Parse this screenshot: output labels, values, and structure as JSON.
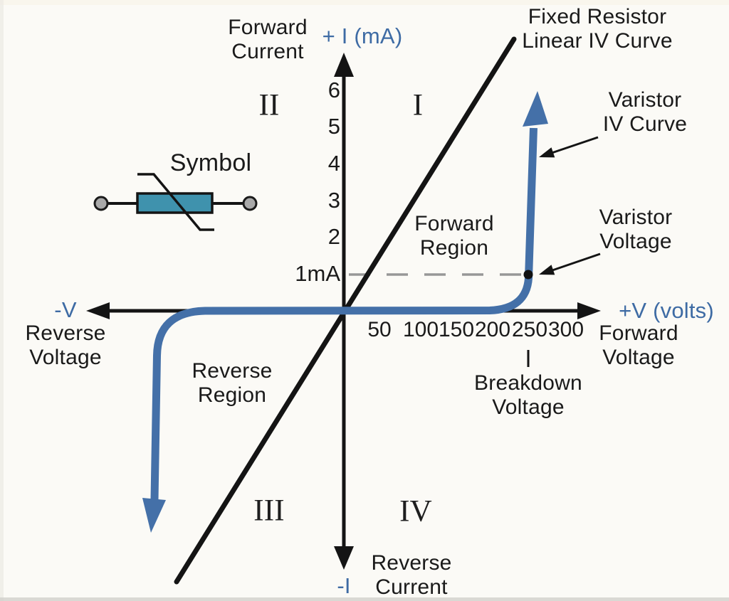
{
  "colors": {
    "curve_blue": "#4470a8",
    "text_blue": "#3e6ba4",
    "line_black": "#141414",
    "dash_gray": "#979797",
    "symbol_body_teal": "#3f92ad",
    "terminal_gray": "#a9a9a9",
    "background": "#fbfaf6"
  },
  "axis": {
    "positive_current_label": "+ I (mA)",
    "negative_current_label": "-I",
    "positive_voltage_label": "+V (volts)",
    "negative_voltage_label": "-V",
    "y_tick_labels": [
      "6",
      "5",
      "4",
      "3",
      "2",
      "1mA"
    ],
    "x_tick_labels": [
      "50",
      "100",
      "150",
      "200",
      "250",
      "300"
    ]
  },
  "quadrants": [
    "I",
    "II",
    "III",
    "IV"
  ],
  "annotations": {
    "forward_current": [
      "Forward",
      "Current"
    ],
    "reverse_current": [
      "Reverse",
      "Current"
    ],
    "forward_voltage": [
      "Forward",
      "Voltage"
    ],
    "reverse_voltage": [
      "Reverse",
      "Voltage"
    ],
    "fixed_resistor": [
      "Fixed Resistor",
      "Linear IV Curve"
    ],
    "varistor_curve": [
      "Varistor",
      "IV Curve"
    ],
    "varistor_voltage": [
      "Varistor",
      "Voltage"
    ],
    "breakdown_voltage": [
      "Breakdown",
      "Voltage"
    ],
    "forward_region": [
      "Forward",
      "Region"
    ],
    "reverse_region": [
      "Reverse",
      "Region"
    ],
    "symbol": "Symbol"
  },
  "chart": {
    "type": "line",
    "x_axis": {
      "units": "volts",
      "ticks": [
        50,
        100,
        150,
        200,
        250,
        300
      ]
    },
    "y_axis": {
      "units": "mA",
      "ticks": [
        1,
        2,
        3,
        4,
        5,
        6
      ]
    },
    "series": [
      {
        "name": "Fixed Resistor Linear IV Curve",
        "color": "#141414",
        "description": "Straight line through the origin spanning quadrants I and III"
      },
      {
        "name": "Varistor IV Curve",
        "color": "#4470a8",
        "description": "Near-zero current until breakdown (~250 V), then steep current rise; mirrored steep negative branch in reverse region"
      }
    ],
    "marked_point": {
      "x_volts": 250,
      "y": "1mA",
      "label": "Varistor Voltage"
    },
    "breakdown_voltage_volts": 250,
    "grid": false
  }
}
